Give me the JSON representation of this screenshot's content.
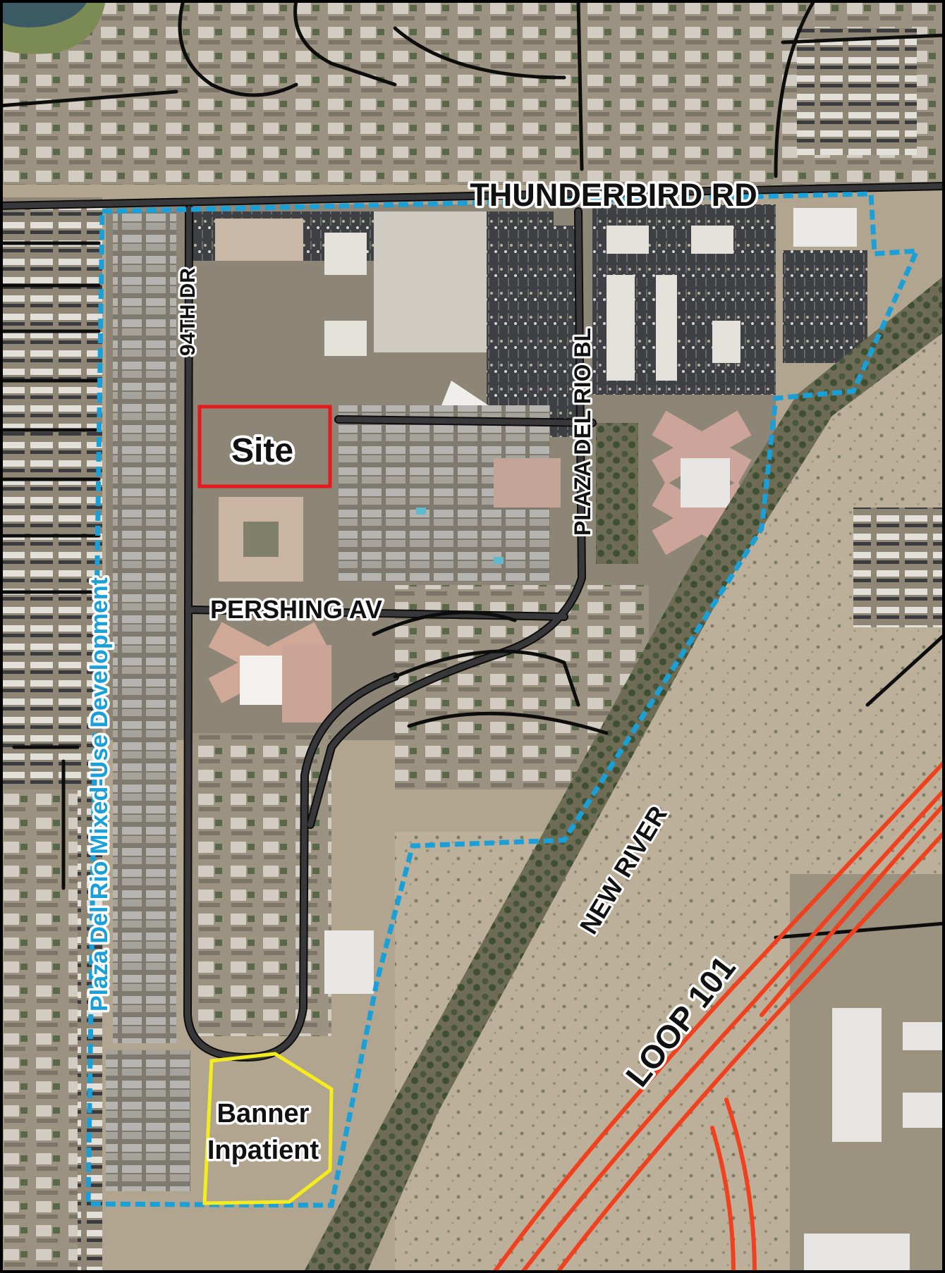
{
  "map": {
    "type": "aerial site location map",
    "colors": {
      "ground_light": "#b7a993",
      "ground_dark": "#8b8270",
      "road_dark": "#2a2a2d",
      "road_outline": "#0d0d0d",
      "boundary": "#19a0d8",
      "site": "#e8181c",
      "banner": "#f5ec1c",
      "freeway": "#f0401e",
      "roof": "#d8d3cc",
      "roof_pink": "#c9a99c",
      "vegetation": "#5f6e44",
      "water": "#3c5a63"
    }
  },
  "labels": {
    "thunderbird": "THUNDERBIRD RD",
    "ave94": "94TH DR",
    "plaza_blvd": "PLAZA DEL RIO BL",
    "pershing": "PERSHING AV",
    "new_river": "NEW RIVER",
    "loop101": "LOOP 101",
    "development": "Plaza Del Rio Mixed-Use Development",
    "site": "Site",
    "banner_line1": "Banner",
    "banner_line2": "Inpatient"
  }
}
